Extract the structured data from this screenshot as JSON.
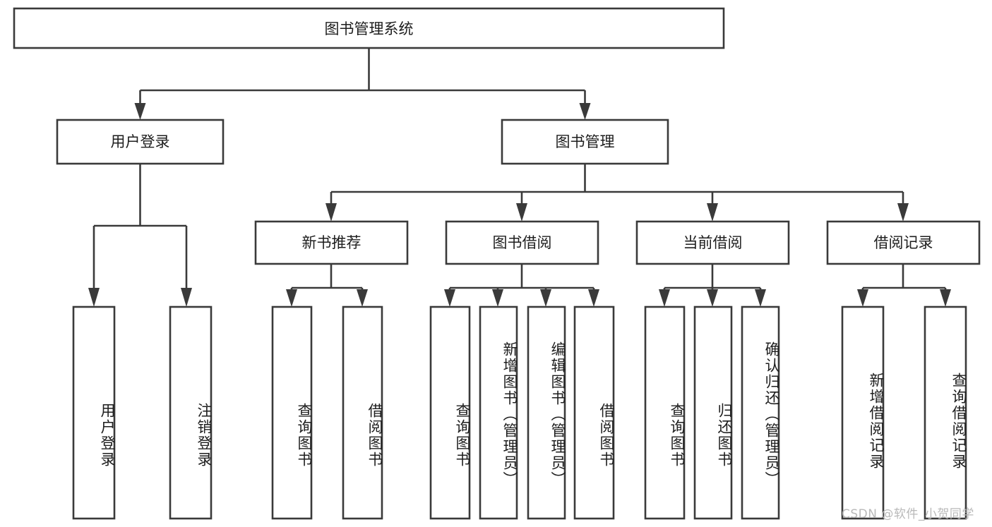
{
  "diagram": {
    "type": "tree-hierarchy",
    "title": "图书管理系统",
    "orientation": "top-down",
    "watermark": "CSDN @软件_小贺同学",
    "colors": {
      "stroke": "#3a3a3a",
      "fill": "#ffffff",
      "text": "#1d1d1d",
      "watermark": "#b9b9b9",
      "background": "#ffffff"
    },
    "levels": {
      "root": {
        "label": "图书管理系统"
      },
      "level2": [
        {
          "label": "用户登录"
        },
        {
          "label": "图书管理"
        }
      ],
      "level3": [
        {
          "label": "新书推荐",
          "parent": "图书管理"
        },
        {
          "label": "图书借阅",
          "parent": "图书管理"
        },
        {
          "label": "当前借阅",
          "parent": "图书管理"
        },
        {
          "label": "借阅记录",
          "parent": "图书管理"
        }
      ],
      "leaves": [
        {
          "label": "用户登录",
          "parent": "用户登录"
        },
        {
          "label": "注销登录",
          "parent": "用户登录"
        },
        {
          "label": "查询图书",
          "parent": "新书推荐"
        },
        {
          "label": "借阅图书",
          "parent": "新书推荐"
        },
        {
          "label": "查询图书",
          "parent": "图书借阅"
        },
        {
          "label": "新增图书（管理员）",
          "parent": "图书借阅"
        },
        {
          "label": "编辑图书（管理员）",
          "parent": "图书借阅"
        },
        {
          "label": "借阅图书",
          "parent": "图书借阅"
        },
        {
          "label": "查询图书",
          "parent": "当前借阅"
        },
        {
          "label": "归还图书",
          "parent": "当前借阅"
        },
        {
          "label": "确认归还（管理员）",
          "parent": "当前借阅"
        },
        {
          "label": "新增借阅记录",
          "parent": "借阅记录"
        },
        {
          "label": "查询借阅记录",
          "parent": "借阅记录"
        }
      ]
    }
  }
}
